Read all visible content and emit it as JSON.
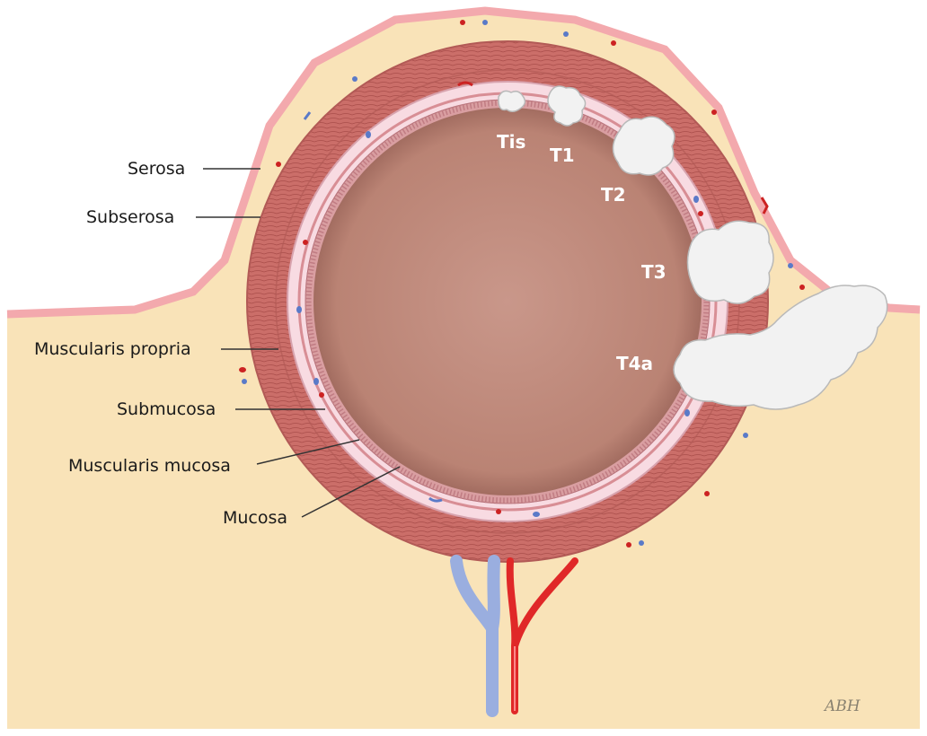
{
  "layer_labels": {
    "serosa": "Serosa",
    "subserosa": "Subserosa",
    "muscularis_propria": "Muscularis propria",
    "submucosa": "Submucosa",
    "muscularis_mucosa": "Muscularis mucosa",
    "mucosa": "Mucosa"
  },
  "tumor_stages": {
    "tis": "Tis",
    "t1": "T1",
    "t2": "T2",
    "t3": "T3",
    "t4a": "T4a"
  },
  "signature": "ABH",
  "colors": {
    "background": "#f9e3b8",
    "serosa": "#f3a9ad",
    "muscle": "#c96a66",
    "submucosa": "#f8dbe2",
    "lumen": "#bd8677",
    "tumor": "#f2f2f2",
    "vein": "#9aaedf",
    "artery": "#e02828"
  }
}
